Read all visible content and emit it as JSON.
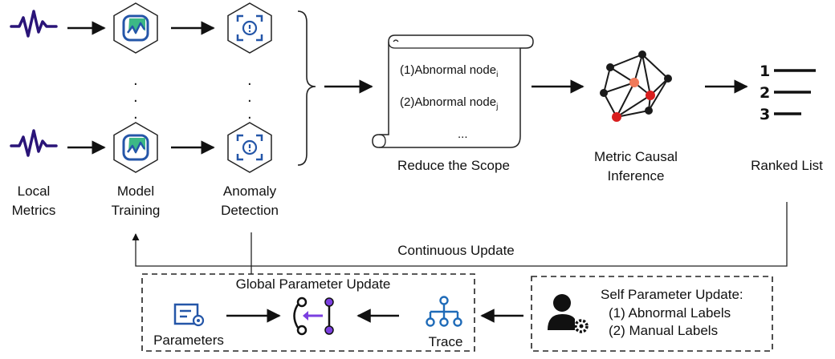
{
  "stages": {
    "local_metrics": {
      "line1": "Local",
      "line2": "Metrics"
    },
    "model_training": {
      "line1": "Model",
      "line2": "Training"
    },
    "anomaly_detection": {
      "line1": "Anomaly",
      "line2": "Detection"
    },
    "reduce_scope": {
      "label": "Reduce the Scope",
      "item1_text": "(1)Abnormal node",
      "item1_sub": "i",
      "item2_text": "(2)Abnormal node",
      "item2_sub": "j",
      "ellipsis": "..."
    },
    "causal_inference": {
      "line1": "Metric Causal",
      "line2": "Inference"
    },
    "ranked_list": {
      "label": "Ranked List",
      "items": [
        "1",
        "2",
        "3"
      ]
    }
  },
  "continuous_update": {
    "label": "Continuous Update"
  },
  "global_update": {
    "title": "Global Parameter Update",
    "parameters_label": "Parameters",
    "trace_label": "Trace"
  },
  "self_update": {
    "title": "Self Parameter Update:",
    "item1": "(1) Abnormal Labels",
    "item2": "(2) Manual Labels"
  },
  "colors": {
    "signal": "#2a1478",
    "icon_blue": "#2456a8",
    "icon_green": "#3cb886",
    "purple": "#7b3fe0",
    "node_red": "#d81e1e",
    "node_salmon": "#f07a5a",
    "trace_blue": "#1f6bb8"
  }
}
